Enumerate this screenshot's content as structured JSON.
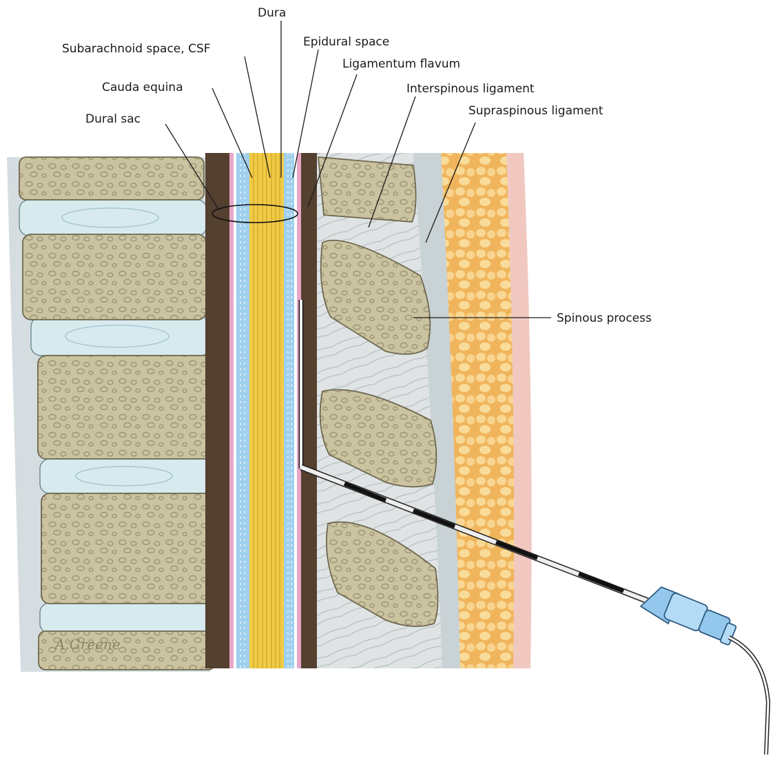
{
  "labels": {
    "dura": "Dura",
    "subarachnoid": "Subarachnoid space, CSF",
    "epidural": "Epidural space",
    "ligamentum_flavum": "Ligamentum flavum",
    "cauda_equina": "Cauda equina",
    "interspinous": "Interspinous ligament",
    "dural_sac": "Dural sac",
    "supraspinous": "Supraspinous ligament",
    "spinous_process": "Spinous process"
  },
  "signature": "A.Greene",
  "colors": {
    "bone": "#cbc3a0",
    "bone_spot": "#a59e7c",
    "disc": "#d8ecf0",
    "ligament": "#d9dee0",
    "dura": "#54402f",
    "arachnoid": "#e8a6c8",
    "csf": "#9fd0ee",
    "cauda": "#f1cb46",
    "fat": "#f3c371",
    "skin": "#f0c8c0",
    "catheter_hub": "#94c7ec"
  }
}
